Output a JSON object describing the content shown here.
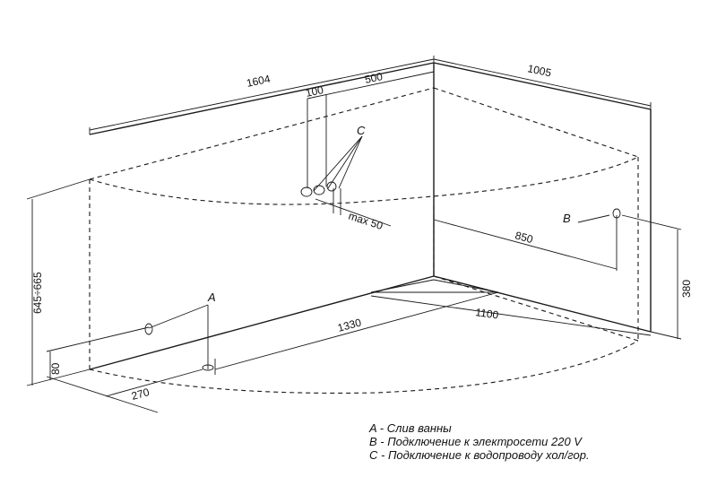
{
  "dimensions": {
    "length_total": "1604",
    "depth_total": "1005",
    "offset_c1": "100",
    "offset_c2": "500",
    "max_c": "max 50",
    "wall_b": "850",
    "height_b": "380",
    "height_total": "645÷665",
    "height_a": "80",
    "length_bottom": "1330",
    "depth_bottom": "1100",
    "offset_a": "270"
  },
  "callouts": {
    "a": "A",
    "b": "B",
    "c": "C"
  },
  "legend": {
    "a": "A - Слив ванны",
    "b": "B - Подключение к электросети 220 V",
    "c": "C - Подключение к водопроводу хол/гор."
  }
}
